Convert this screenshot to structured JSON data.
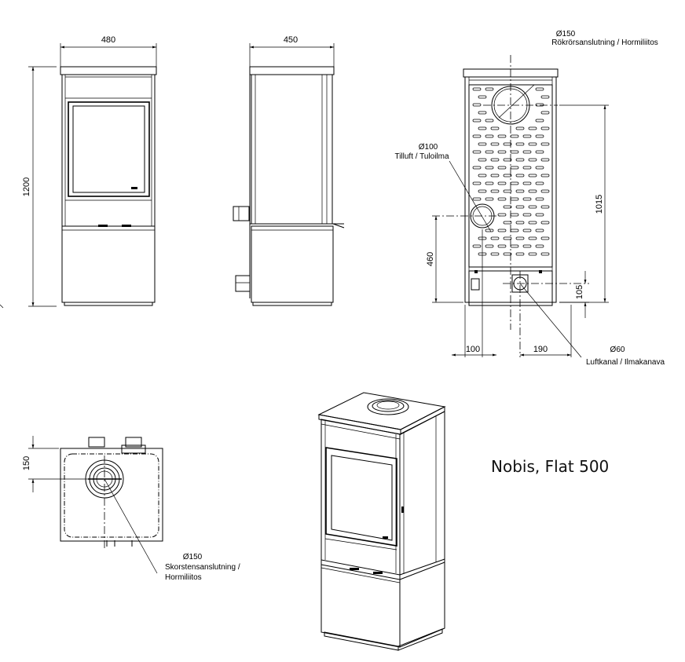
{
  "title": "Nobis, Flat 500",
  "dimensions": {
    "width": "480",
    "depth": "450",
    "height": "1200",
    "connection_height": "1015",
    "inlet_height": "460",
    "outlet_height": "105",
    "offset_left": "100",
    "offset_right": "190",
    "top_offset": "150"
  },
  "labels": {
    "flue_back_diameter": "Ø150",
    "flue_back_text": "Rökrörsanslutning / Hormiliitos",
    "air_inlet_diameter": "Ø100",
    "air_inlet_text": "Tilluft / Tuloilma",
    "air_duct_diameter": "Ø60",
    "air_duct_text": "Luftkanal / Ilmakanava",
    "flue_top_diameter": "Ø150",
    "flue_top_text_1": "Skorstensanslutning /",
    "flue_top_text_2": "Hormiliitos"
  },
  "views": [
    "front-view",
    "side-view",
    "back-view",
    "top-view",
    "perspective-view"
  ]
}
